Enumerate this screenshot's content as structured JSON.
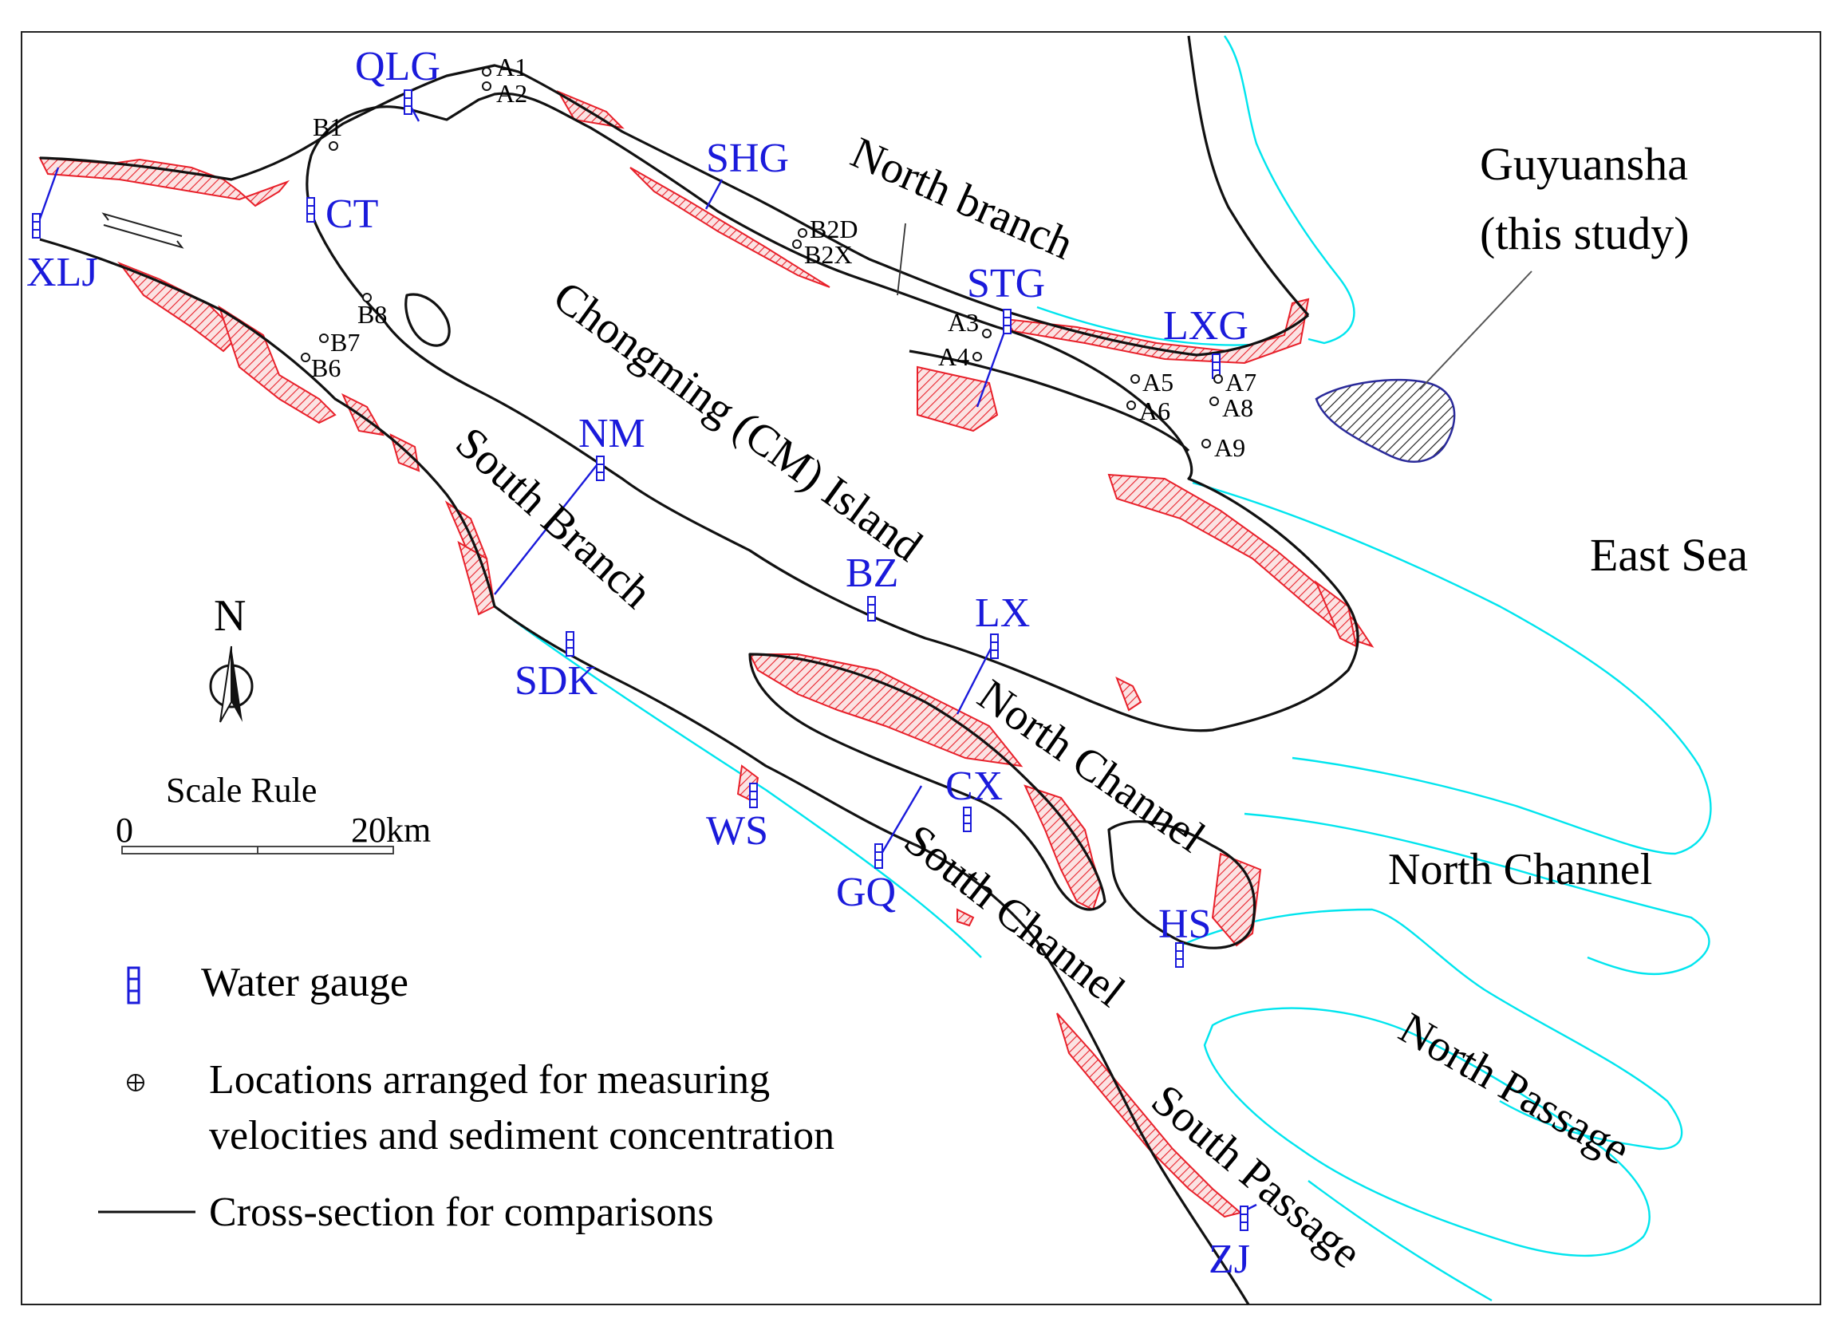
{
  "colors": {
    "coast": "#111111",
    "shoal_edge": "#00e5ee",
    "shoal_fill": "#e8202a",
    "gauge": "#1a1adb",
    "hatch": "#222222"
  },
  "region_labels": {
    "guyuansha_1": "Guyuansha",
    "guyuansha_2": "(this study)",
    "east_sea": "East Sea",
    "north_branch": "North branch",
    "island": "Chongming (CM) Island",
    "south_branch": "South Branch",
    "north_channel_1": "North Channel",
    "north_channel_2": "North Channel",
    "south_channel": "South Channel",
    "north_passage": "North Passage",
    "south_passage": "South Passage"
  },
  "gauges": {
    "qlg": "QLG",
    "xlj": "XLJ",
    "ct": "CT",
    "shg": "SHG",
    "stg": "STG",
    "lxg": "LXG",
    "nm": "NM",
    "bz": "BZ",
    "lx": "LX",
    "sdk": "SDK",
    "cx": "CX",
    "ws": "WS",
    "gq": "GQ",
    "hs": "HS",
    "zj": "ZJ"
  },
  "points": {
    "a1": "A1",
    "a2": "A2",
    "a3": "A3",
    "a4": "A4",
    "a5": "A5",
    "a6": "A6",
    "a7": "A7",
    "a8": "A8",
    "a9": "A9",
    "b1": "B1",
    "b2d": "B2D",
    "b2x": "B2X",
    "b6": "B6",
    "b7": "B7",
    "b8": "B8"
  },
  "compass": {
    "north": "N",
    "icon": "north-arrow-icon"
  },
  "scale": {
    "title": "Scale Rule",
    "start": "0",
    "end": "20km"
  },
  "legend": {
    "gauge": "Water gauge",
    "points_1": "Locations arranged for measuring",
    "points_2": "velocities and sediment concentration",
    "section": "Cross-section for comparisons"
  }
}
